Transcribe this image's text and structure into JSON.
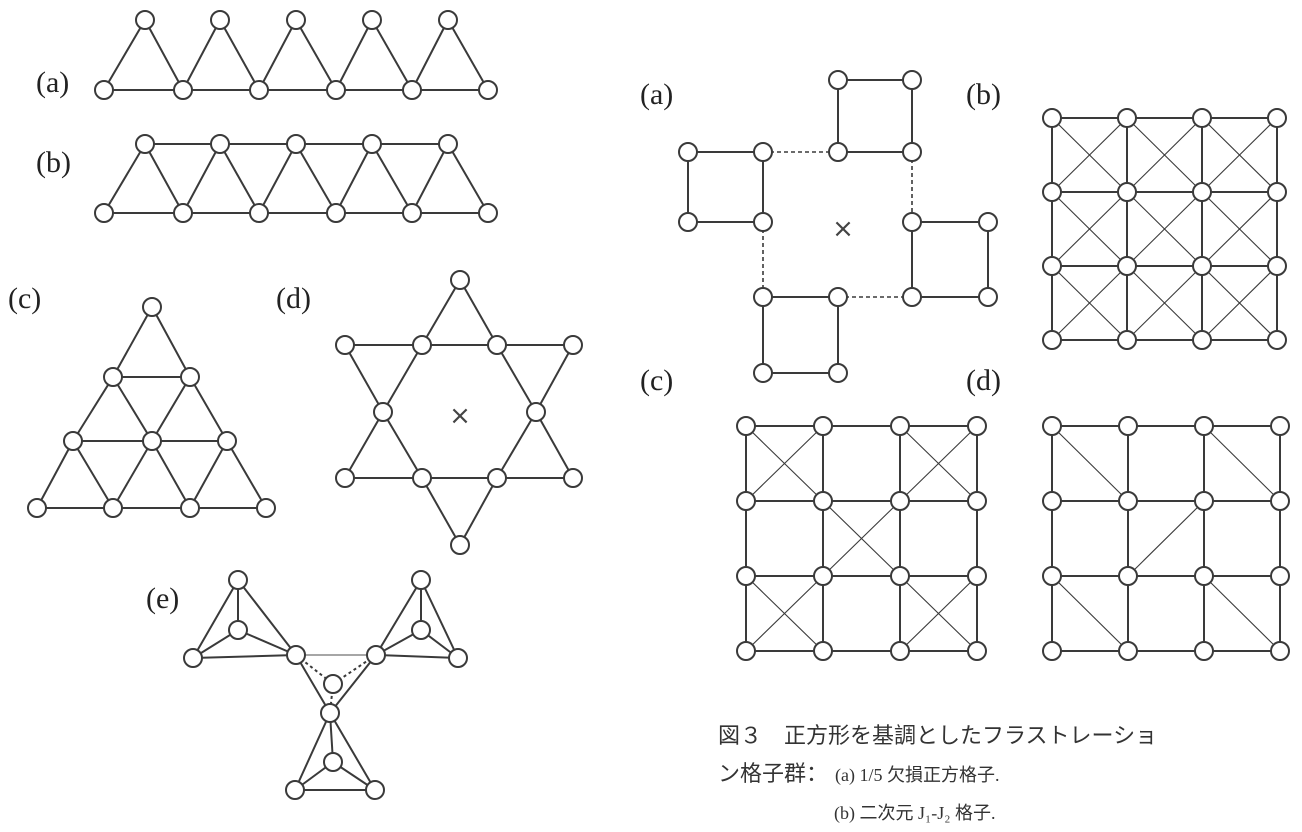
{
  "left_figure": {
    "labels": [
      "(a)",
      "(b)",
      "(c)",
      "(d)",
      "(e)"
    ],
    "center_mark": "×"
  },
  "right_figure": {
    "labels": [
      "(a)",
      "(b)",
      "(c)",
      "(d)"
    ],
    "center_mark": "×"
  },
  "caption": {
    "line1": "図３　正方形を基調としたフラストレーショ",
    "line2_lead": "ン格子群：",
    "line2_item": "(a) 1/5 欠損正方格子.",
    "line3": "(b) 二次元 J₁-J₂ 格子."
  },
  "colors": {
    "line": "#3a3a3a",
    "node_fill": "#ffffff",
    "text": "#222222"
  }
}
